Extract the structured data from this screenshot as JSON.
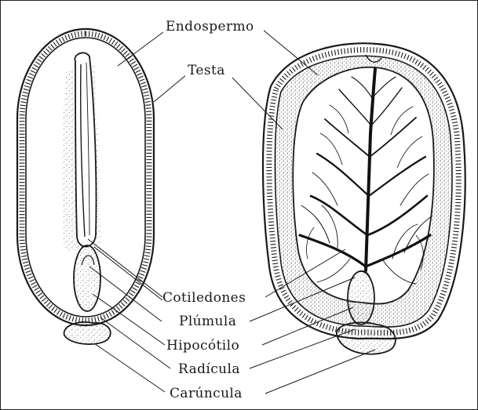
{
  "labels": {
    "endospermo": "Endospermo",
    "testa": "Testa",
    "cotiledones": "Cotiledones",
    "plumula": "Plúmula",
    "hipocotilo": "Hipocótilo",
    "radicula": "Radícula",
    "caruncula": "Carúncula"
  },
  "colors": {
    "ink": "#1a1a1a",
    "background": "#ffffff",
    "stipple": "#555555"
  }
}
